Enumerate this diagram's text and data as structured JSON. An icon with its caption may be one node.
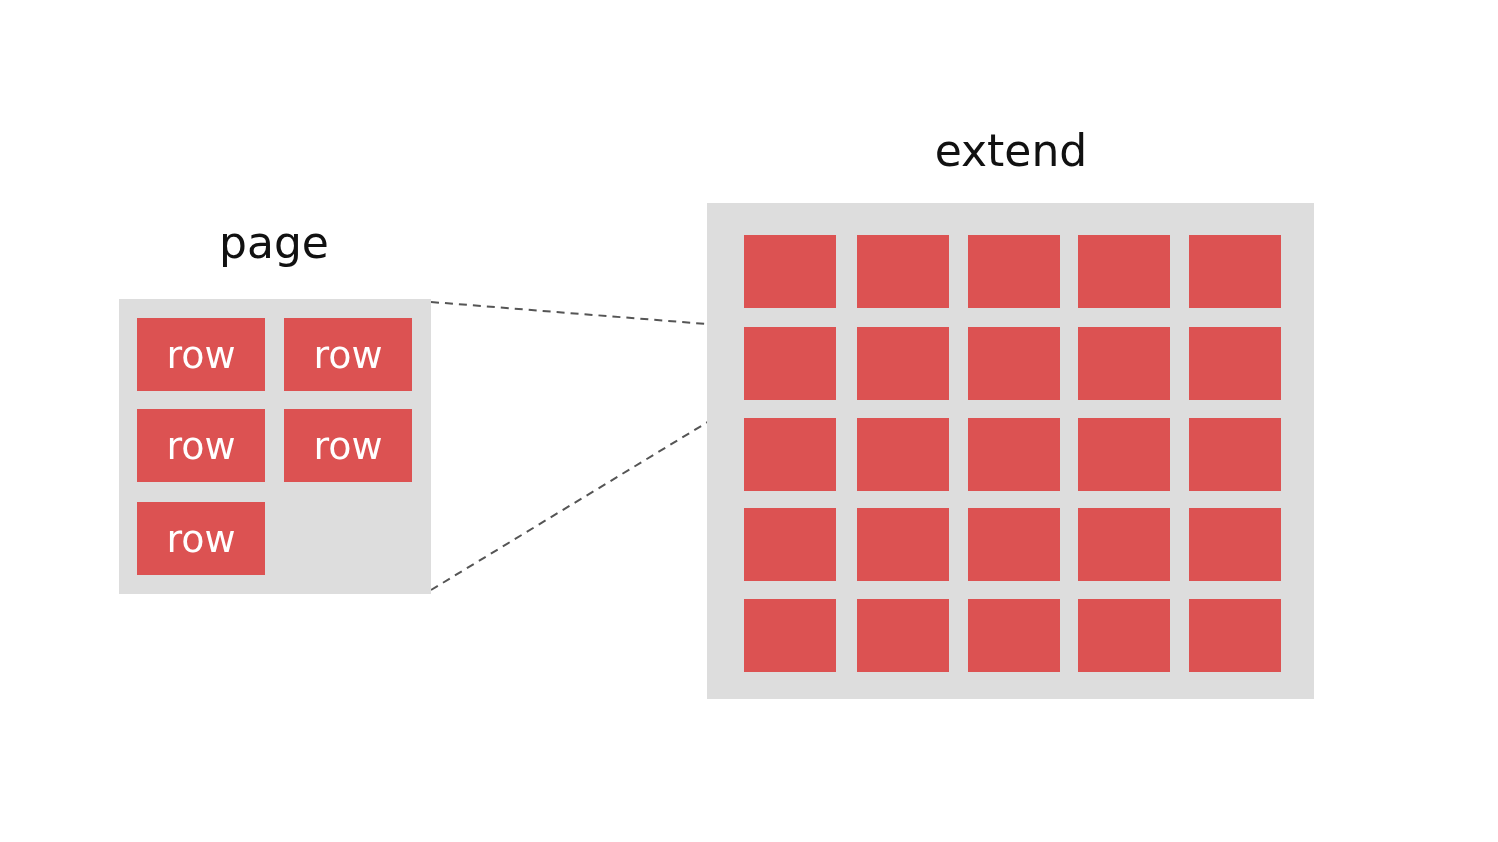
{
  "diagram": {
    "nodes": [
      {
        "text": [
          "page"
        ]
      },
      {
        "text": [
          "row"
        ],
        "in": 0
      },
      {
        "text": [
          "row"
        ],
        "in": 0
      },
      {
        "text": [
          "row"
        ],
        "in": 0
      },
      {
        "text": [
          "row"
        ],
        "in": 0
      },
      {
        "text": [
          "row"
        ],
        "in": 0
      },
      {
        "text": [
          "extend"
        ]
      },
      {
        "text": [],
        "shape": "box",
        "in": 6
      },
      {
        "text": [],
        "shape": "box",
        "in": 6
      },
      {
        "text": [],
        "shape": "box",
        "in": 6
      },
      {
        "text": [],
        "shape": "box",
        "in": 6
      },
      {
        "text": [],
        "shape": "box",
        "in": 6
      },
      {
        "text": [],
        "shape": "box",
        "in": 6
      },
      {
        "text": [],
        "shape": "box",
        "in": 6
      },
      {
        "text": [],
        "shape": "box",
        "in": 6
      },
      {
        "text": [],
        "shape": "box",
        "in": 6
      },
      {
        "text": [],
        "shape": "box",
        "in": 6
      },
      {
        "text": [],
        "shape": "box",
        "in": 6
      },
      {
        "text": [],
        "shape": "box",
        "in": 6
      },
      {
        "text": [],
        "shape": "box",
        "in": 6
      },
      {
        "text": [],
        "shape": "box",
        "in": 6
      },
      {
        "text": [],
        "shape": "box",
        "in": 6
      },
      {
        "text": [],
        "shape": "box",
        "in": 6
      },
      {
        "text": [],
        "shape": "box",
        "in": 6
      },
      {
        "text": [],
        "shape": "box",
        "in": 6
      },
      {
        "text": [],
        "shape": "box",
        "in": 6
      },
      {
        "text": [],
        "shape": "box",
        "in": 6
      },
      {
        "text": [],
        "shape": "box",
        "in": 6
      },
      {
        "text": [],
        "shape": "box",
        "in": 6
      },
      {
        "text": [],
        "shape": "box",
        "in": 6
      },
      {
        "text": [],
        "shape": "box",
        "in": 6
      },
      {
        "text": [],
        "shape": "box",
        "in": 6
      }
    ],
    "edges": [
      {
        "from": 0,
        "to": 12,
        "arrow": "none",
        "style": "dashed"
      },
      {
        "from": 0,
        "to": 12,
        "arrow": "none",
        "style": "dashed"
      }
    ]
  }
}
